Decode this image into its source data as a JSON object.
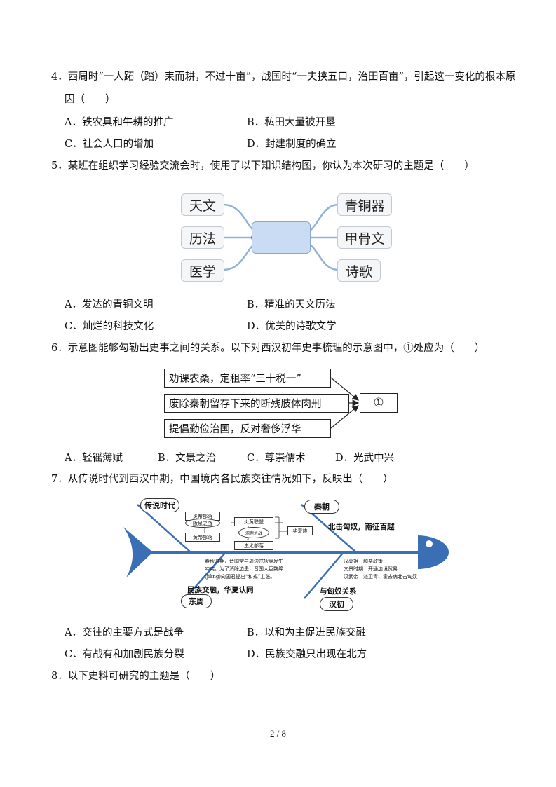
{
  "q4": {
    "line1": "4．西周时“一人跖（踏）耒而耕，不过十亩”，战国时“一夫挟五口，治田百亩”，引起这一变化的根本原",
    "line2": "因（　　）",
    "a": "A．铁农具和牛耕的推广",
    "b": "B．私田大量被开垦",
    "c": "C．社会人口的增加",
    "d": "D．封建制度的确立"
  },
  "q5": {
    "stem": "5．某班在组织学习经验交流会时，使用了以下知识结构图，你认为本次研习的主题是（　　）",
    "left_nodes": [
      "天文",
      "历法",
      "医学"
    ],
    "right_nodes": [
      "青铜器",
      "甲骨文",
      "诗歌"
    ],
    "center": "———",
    "a": "A．发达的青铜文明",
    "b": "B．精准的天文历法",
    "c": "C．灿烂的科技文化",
    "d": "D．优美的诗歌文学"
  },
  "q6": {
    "stem": "6．示意图能够勾勒出史事之间的关系。以下对西汉初年史事梳理的示意图中，①处应为（　　）",
    "boxes": [
      "劝课农桑，定租率“三十税一”",
      "废除秦朝留存下来的断残肢体肉刑",
      "提倡勤俭治国，反对奢侈浮华"
    ],
    "target": "①",
    "a": "A．轻徭薄赋",
    "b": "B．文景之治",
    "c": "C．尊崇儒术",
    "d": "D．光武中兴"
  },
  "q7": {
    "stem": "7．从传说时代到西汉中期，中国境内各民族交往情况如下，反映出（　　）",
    "labels": {
      "legend_era": "传说时代",
      "qin": "秦朝",
      "east_zhou": "东周",
      "early_han": "汉初"
    },
    "legend_boxes": {
      "yandi": "炎帝部落",
      "banquan": "阪泉之战",
      "huangdi": "黄帝部落",
      "alliance": "炎黄联盟",
      "zhuolu": "涿鹿之战",
      "chiyou": "蚩尤部落",
      "huaxia": "华夏族"
    },
    "qin_text": "北击匈奴，南征百越",
    "east_zhou_text": [
      "春秋时期，晋国常与周边戎狄等发生",
      "冲突。为了消除边患，晋国大臣魏绛",
      "(jiàng)向国君提出“和戎”主张。"
    ],
    "east_zhou_caption": "民族交融，华夏认同",
    "han_text": [
      "汉高祖　和亲政策",
      "文景时期　开通边境贸易",
      "汉武帝　派卫青、霍去病北击匈奴"
    ],
    "han_caption": "与匈奴关系",
    "a": "A．交往的主要方式是战争",
    "b": "B．以和为主促进民族交融",
    "c": "C．有战有和加剧民族分裂",
    "d": "D．民族交融只出现在北方"
  },
  "q8": {
    "stem": "8．以下史料可研究的主题是（　　）"
  },
  "page_number": "2 / 8",
  "colors": {
    "mindmap_center": "#c9dcf3",
    "mindmap_branch": "#8fb2d9",
    "fish_blue": "#3a6fb5"
  }
}
